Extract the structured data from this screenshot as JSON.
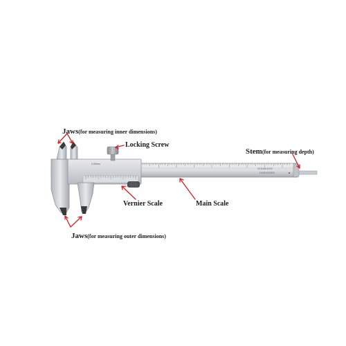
{
  "labels": {
    "jaws_inner": {
      "main": "Jaws",
      "sub": "(for measuring inner dimensions)"
    },
    "locking_screw": "Locking Screw",
    "stem": {
      "main": "Stem",
      "sub": "(for measuring depth)"
    },
    "vernier_scale": "Vernier Scale",
    "main_scale": "Main Scale",
    "jaws_outer": {
      "main": "Jaws",
      "sub": "(for measuring outer dimensions)"
    }
  },
  "instrument": {
    "maker_mark_line1": "STAINLESS",
    "maker_mark_line2": "HARDENED",
    "vernier_text": "1/128in",
    "slider_text": "0.05mm"
  },
  "colors": {
    "arrow": "#d42020",
    "steel_light": "#e4e6e8",
    "steel_mid": "#c3c6ca",
    "steel_dark": "#8d9196",
    "tip_dark": "#3a3a3a",
    "label": "#1a1a1a"
  }
}
